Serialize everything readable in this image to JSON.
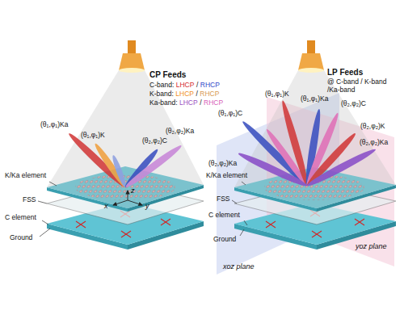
{
  "diagram": {
    "labels": [
      "CP Feeds",
      "C-band:",
      "LHCP",
      "/",
      "RHCP",
      "K-band:",
      "LHCP",
      "/",
      "RHCP",
      "Ka-band:",
      "LHCP",
      "/",
      "RHCP",
      "(θ₁,φ₁)Ka",
      "(θ₁,φ₁)K",
      "(θ₂,φ₂)C",
      "(θ₂,φ₂)Ka",
      "K/Ka element",
      "FSS",
      "C element",
      "Ground",
      "x",
      "y",
      "z",
      "LP Feeds",
      "@ C-band / K-band /Ka-band",
      "(θ₁,φ₁)C",
      "(θ₁,φ₁)K",
      "(θ₁,φ₁)Ka",
      "(θ₂,φ₂)C",
      "(θ₂,φ₂)K",
      "(θ₂,φ₂)Ka",
      "(θ₂,φ₂)Ka",
      "K/Ka element",
      "FSS",
      "C element",
      "Ground",
      "xoz plane",
      "yoz plane"
    ]
  }
}
